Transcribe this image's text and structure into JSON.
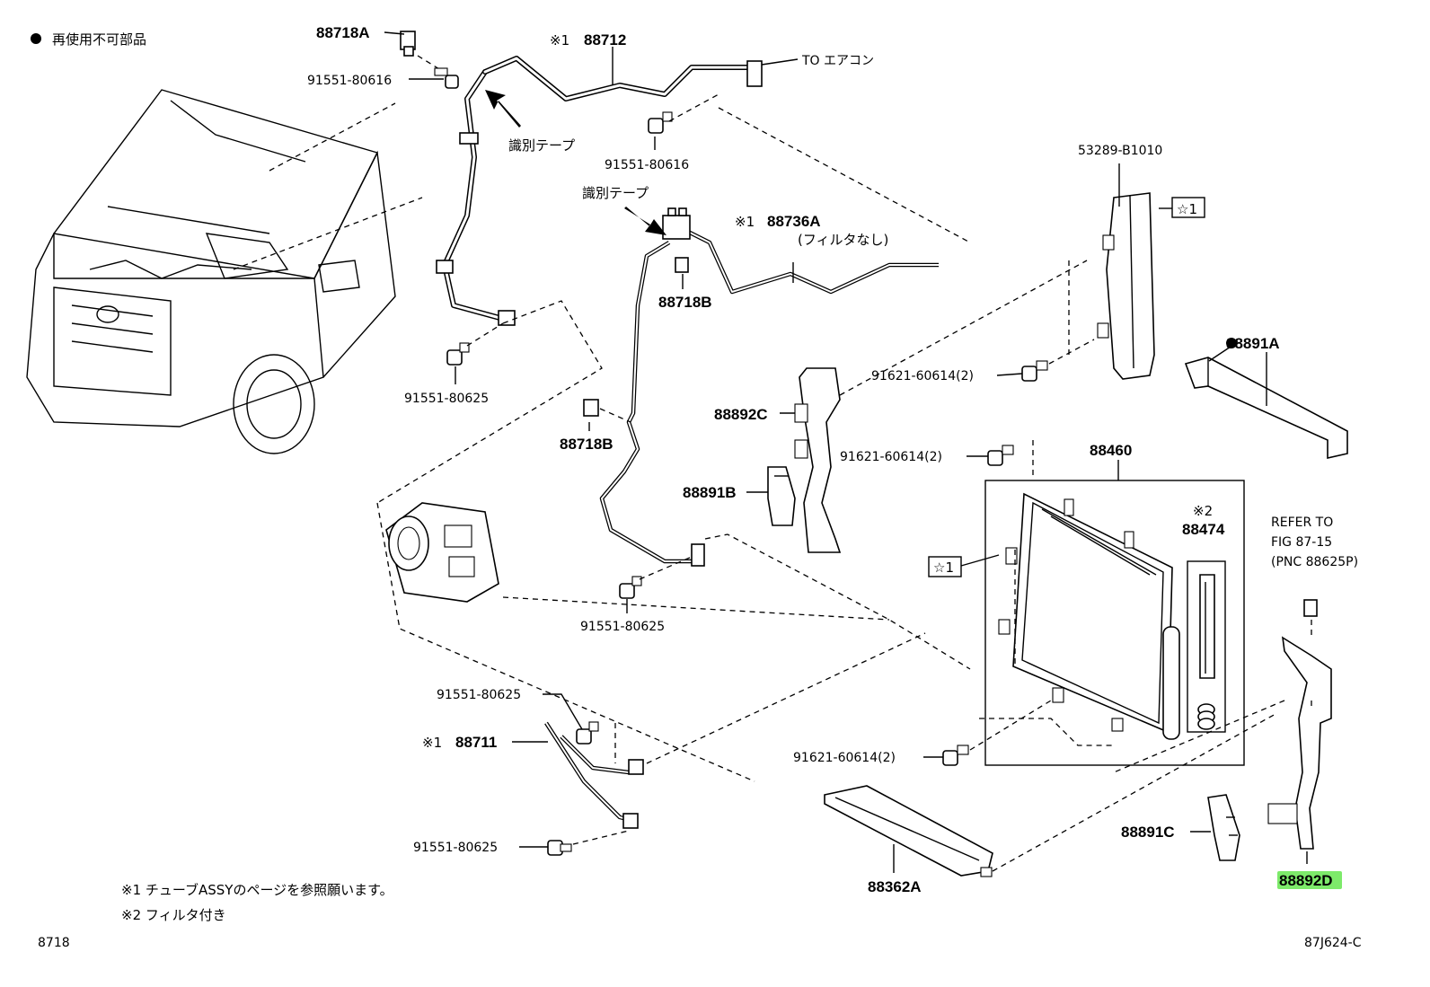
{
  "legend": {
    "non_reusable": "再使用不可部品",
    "note1": "※1  チューブASSYのページを参照願います。",
    "note2": "※2  フィルタ付き"
  },
  "footer": {
    "left": "8718",
    "right": "87J624-C"
  },
  "labels": {
    "p88718a": "88718A",
    "p88712": "88712",
    "mark1_a": "※1",
    "to_aircon": "TO エアコン",
    "b91551_80616_a": "91551-80616",
    "tape_a": "識別テープ",
    "b91551_80616_b": "91551-80616",
    "p53289": "53289-B1010",
    "star1_a": "☆1",
    "tape_b": "識別テープ",
    "mark1_b": "※1",
    "p88736a": "88736A",
    "no_filter": "(フィルタなし)",
    "p88718b_a": "88718B",
    "p88891a": "88891A",
    "b91621_a": "91621-60614(2)",
    "b91551_80625_a": "91551-80625",
    "p88892c": "88892C",
    "p88718b_b": "88718B",
    "b91621_b": "91621-60614(2)",
    "p88460": "88460",
    "p88891b": "88891B",
    "mark2": "※2",
    "p88474": "88474",
    "refer1": "REFER TO",
    "refer2": "FIG 87-15",
    "refer3": "(PNC 88625P)",
    "star1_b": "☆1",
    "b91551_80625_b": "91551-80625",
    "b91551_80625_c": "91551-80625",
    "mark1_c": "※1",
    "p88711": "88711",
    "b91621_c": "91621-60614(2)",
    "p88891c": "88891C",
    "b91551_80625_d": "91551-80625",
    "p88362a": "88362A",
    "p88892d": "88892D"
  },
  "colors": {
    "highlight": "#7dea6a"
  }
}
